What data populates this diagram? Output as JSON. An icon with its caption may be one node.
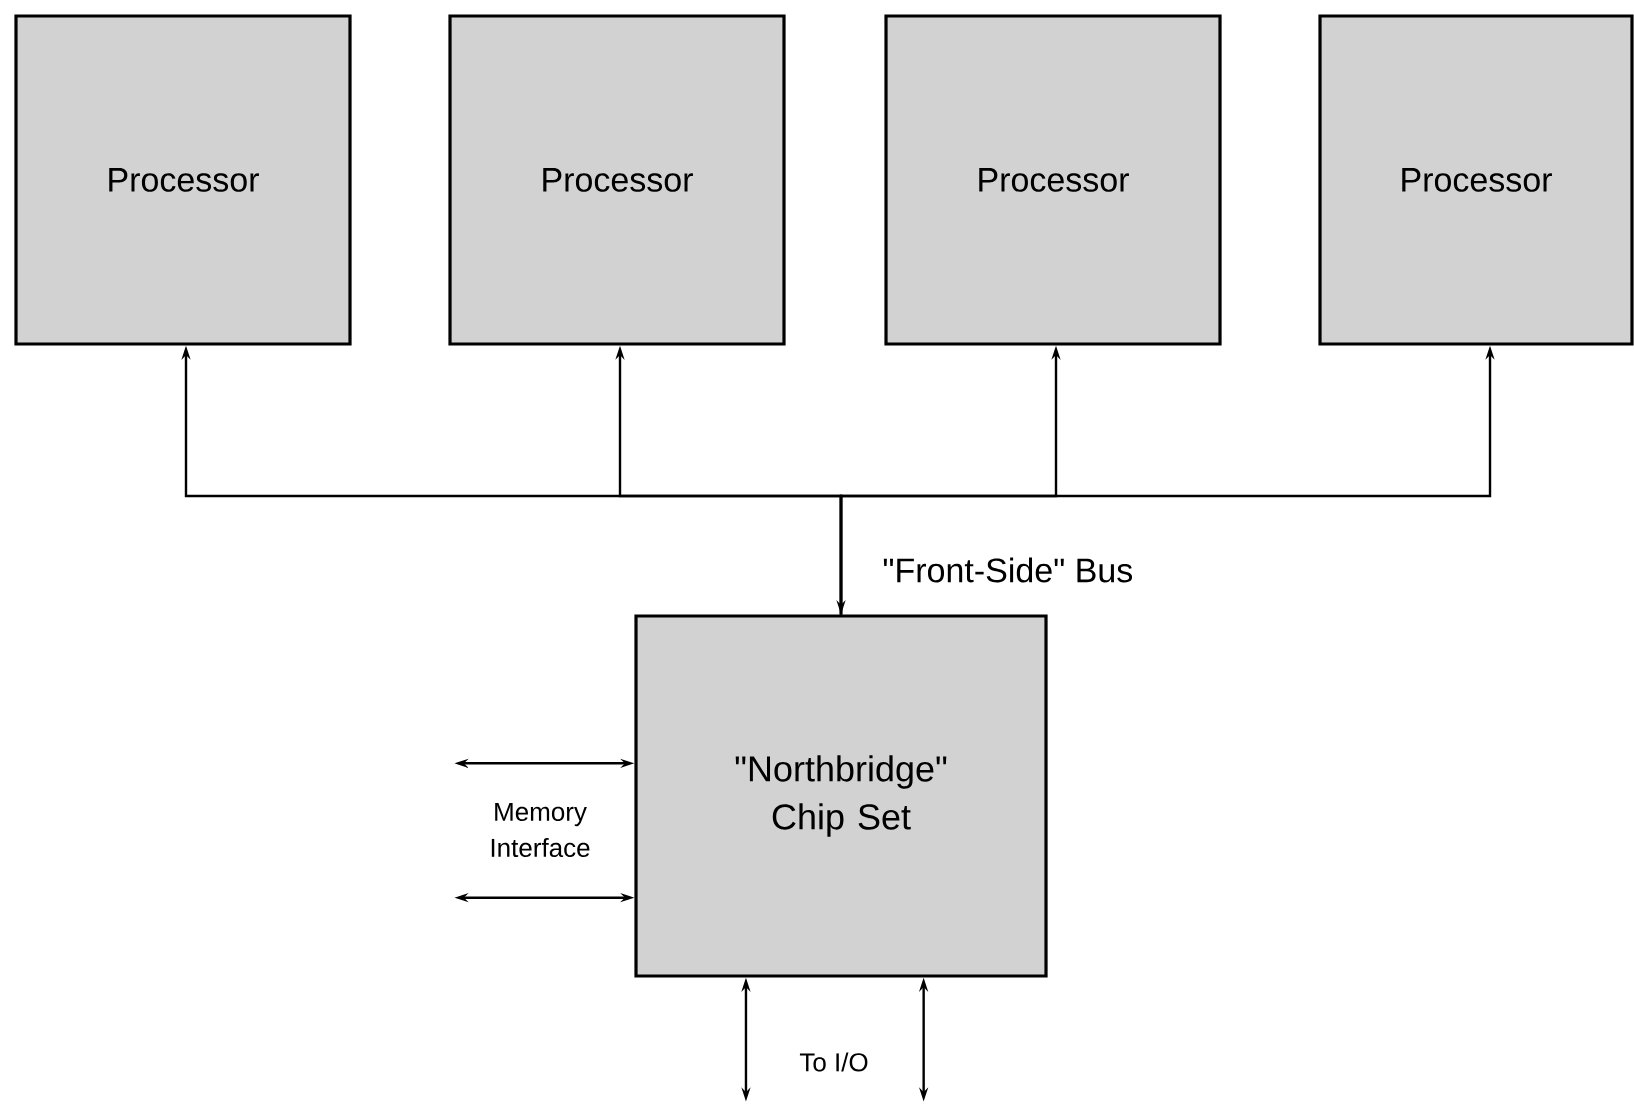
{
  "diagram": {
    "nodes": [
      {
        "text": [
          "Processor"
        ]
      },
      {
        "text": [
          "Processor"
        ]
      },
      {
        "text": [
          "Processor"
        ]
      },
      {
        "text": [
          "Processor"
        ]
      },
      {
        "text": [
          "\"Northbridge\" Chip Set"
        ]
      }
    ],
    "edges": [
      {
        "from": 4,
        "to": 0,
        "arrow": "both"
      },
      {
        "from": 4,
        "to": 1,
        "arrow": "both"
      },
      {
        "from": 4,
        "to": 2,
        "arrow": "both"
      },
      {
        "from": 4,
        "to": 3,
        "arrow": "both"
      },
      {
        "from": null,
        "to": 4,
        "arrow": "both"
      },
      {
        "from": null,
        "to": 4,
        "arrow": "both"
      },
      {
        "from": null,
        "to": 4,
        "arrow": "both"
      },
      {
        "from": null,
        "to": 4,
        "arrow": "both"
      }
    ],
    "labels": [
      "\"Front-Side\" Bus",
      "Memory Interface",
      "To I/O"
    ]
  }
}
